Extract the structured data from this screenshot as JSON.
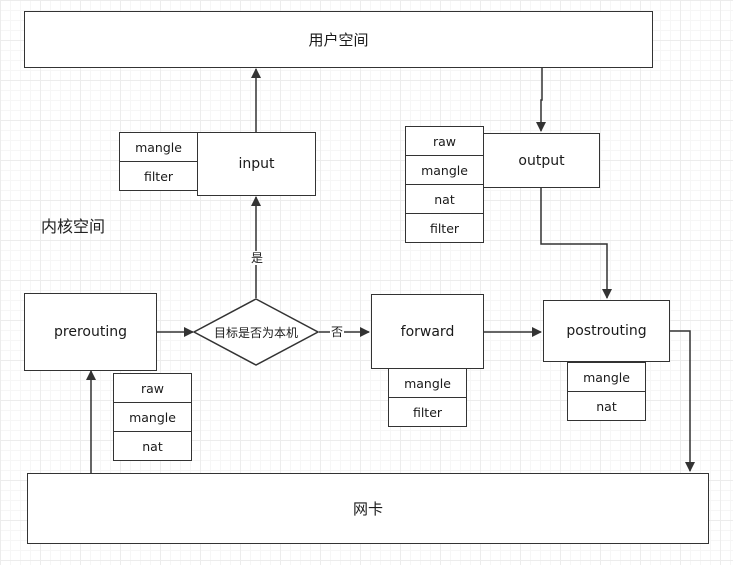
{
  "diagram": {
    "user_space": "用户空间",
    "kernel_space": "内核空间",
    "nic": "网卡",
    "nodes": {
      "prerouting": "prerouting",
      "input": "input",
      "output": "output",
      "forward": "forward",
      "postrouting": "postrouting",
      "decision": "目标是否为本机"
    },
    "edge_labels": {
      "yes": "是",
      "no": "否"
    },
    "tables": {
      "input": [
        "mangle",
        "filter"
      ],
      "output": [
        "raw",
        "mangle",
        "nat",
        "filter"
      ],
      "prerouting": [
        "raw",
        "mangle",
        "nat"
      ],
      "forward": [
        "mangle",
        "filter"
      ],
      "postrouting": [
        "mangle",
        "nat"
      ]
    }
  }
}
